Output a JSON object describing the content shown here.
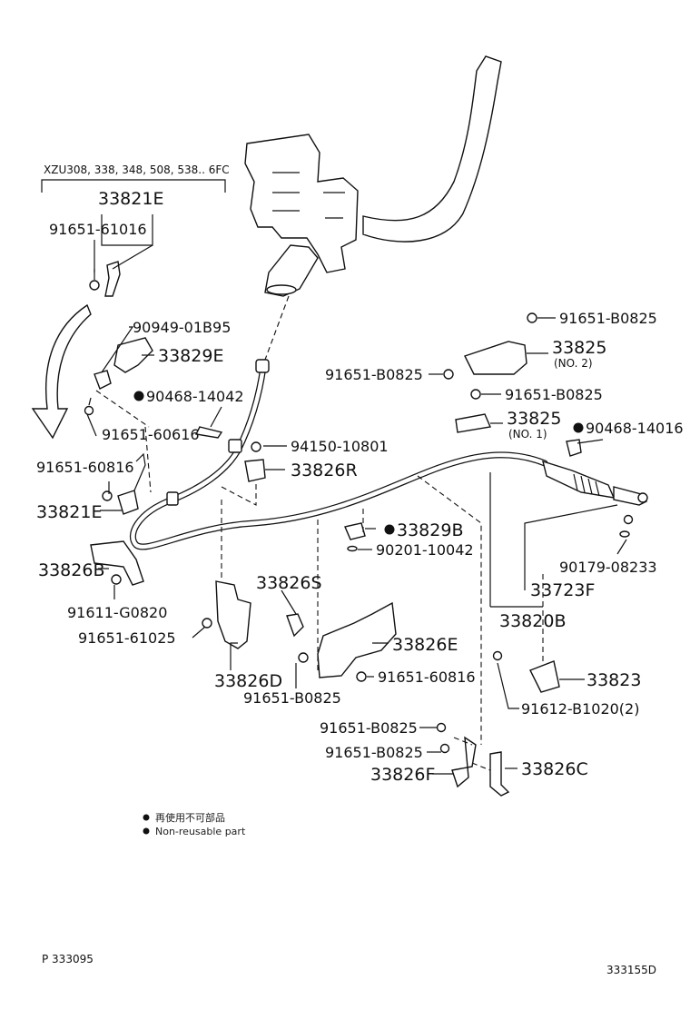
{
  "variant_note": "XZU308, 338, 348, 508, 538.. 6FC",
  "labels": {
    "p33821E_top": "33821E",
    "p91651_61016": "91651-61016",
    "p90949_01B95": "90949-01B95",
    "p33829E": "33829E",
    "p90468_14042": "90468-14042",
    "p91651_60616": "91651-60616",
    "p91651_60816_left": "91651-60816",
    "p33821E_left": "33821E",
    "p33826B": "33826B",
    "p91611_G0820": "91611-G0820",
    "p91651_61025": "91651-61025",
    "p33826D": "33826D",
    "p94150_10801": "94150-10801",
    "p33826R": "33826R",
    "p33826S": "33826S",
    "p91651_B0825_low": "91651-B0825",
    "p33829B": "33829B",
    "p90201_10042": "90201-10042",
    "p33826E": "33826E",
    "p91651_60816_mid": "91651-60816",
    "p91651_B0825_a": "91651-B0825",
    "p91651_B0825_b": "91651-B0825",
    "p33826F": "33826F",
    "p33826C": "33826C",
    "p91651_B0825_r1": "91651-B0825",
    "p33825_no2": "33825",
    "no2": "(NO. 2)",
    "p91651_B0825_r2": "91651-B0825",
    "p91651_B0825_r3": "91651-B0825",
    "p33825_no1": "33825",
    "no1": "(NO. 1)",
    "p90468_14016": "90468-14016",
    "p90179_08233": "90179-08233",
    "p33723F": "33723F",
    "p33820B": "33820B",
    "p33823": "33823",
    "p91612_B1020": "91612-B1020(2)"
  },
  "legend": {
    "japanese": "再使用不可部品",
    "english": "Non-reusable part"
  },
  "footer": {
    "left": "P 333095",
    "right": "333155D"
  }
}
